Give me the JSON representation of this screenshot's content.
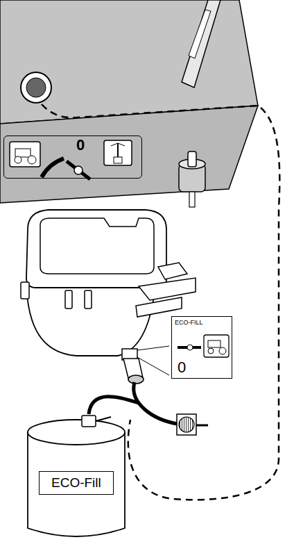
{
  "diagram": {
    "nodes": [
      {
        "text": [
          "0"
        ]
      },
      {
        "text": [
          "ECO-FILL",
          "0"
        ]
      },
      {
        "text": [
          "ECO-Fill"
        ]
      }
    ]
  }
}
